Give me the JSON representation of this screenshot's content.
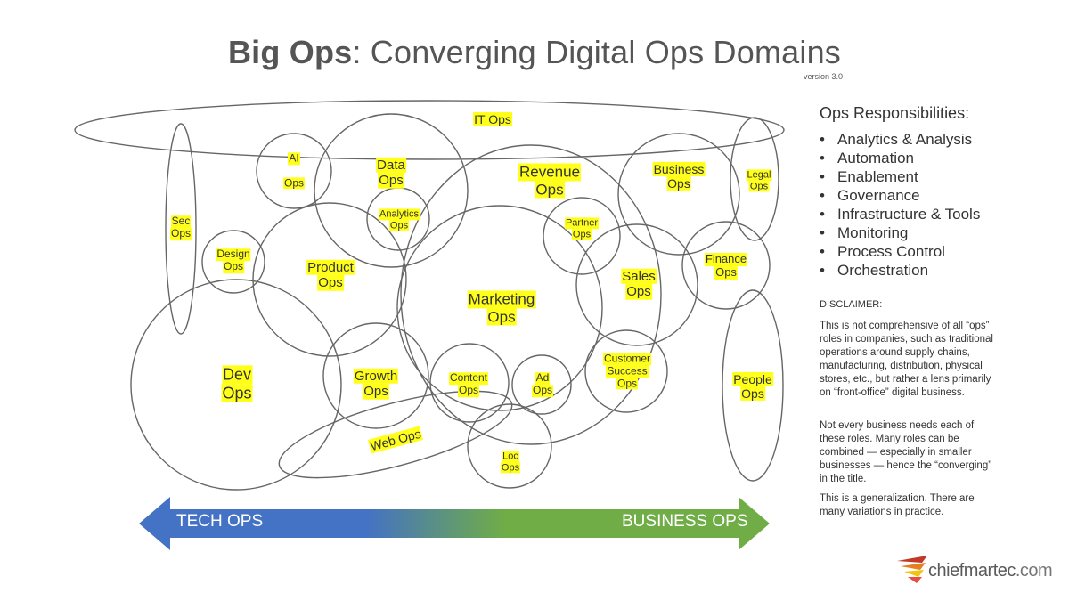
{
  "title": {
    "bold": "Big Ops",
    "rest": ": Converging Digital Ops Domains"
  },
  "version": "version 3.0",
  "nodes": {
    "it_ops": {
      "l1": "IT Ops"
    },
    "ai_ops": {
      "l1": "AI",
      "l2": "Ops"
    },
    "data_ops": {
      "l1": "Data",
      "l2": "Ops"
    },
    "analytics_ops": {
      "l1": "Analytics",
      "l2": "Ops"
    },
    "revenue_ops": {
      "l1": "Revenue",
      "l2": "Ops"
    },
    "business_ops": {
      "l1": "Business",
      "l2": "Ops"
    },
    "legal_ops": {
      "l1": "Legal",
      "l2": "Ops"
    },
    "sec_ops": {
      "l1": "Sec",
      "l2": "Ops"
    },
    "design_ops": {
      "l1": "Design",
      "l2": "Ops"
    },
    "product_ops": {
      "l1": "Product",
      "l2": "Ops"
    },
    "partner_ops": {
      "l1": "Partner",
      "l2": "Ops"
    },
    "sales_ops": {
      "l1": "Sales",
      "l2": "Ops"
    },
    "finance_ops": {
      "l1": "Finance",
      "l2": "Ops"
    },
    "marketing_ops": {
      "l1": "Marketing",
      "l2": "Ops"
    },
    "dev_ops": {
      "l1": "Dev",
      "l2": "Ops"
    },
    "growth_ops": {
      "l1": "Growth",
      "l2": "Ops"
    },
    "content_ops": {
      "l1": "Content",
      "l2": "Ops"
    },
    "ad_ops": {
      "l1": "Ad",
      "l2": "Ops"
    },
    "customer_success_ops": {
      "l1": "Customer",
      "l2": "Success",
      "l3": "Ops"
    },
    "people_ops": {
      "l1": "People",
      "l2": "Ops"
    },
    "web_ops": {
      "l1": "Web Ops"
    },
    "loc_ops": {
      "l1": "Loc",
      "l2": "Ops"
    }
  },
  "arrow": {
    "left_label": "TECH OPS",
    "right_label": "BUSINESS OPS",
    "left_color": "#4472c4",
    "right_color": "#70ad47"
  },
  "highlight_color": "#ffff1a",
  "sidebar": {
    "heading": "Ops Responsibilities:",
    "responsibilities": [
      "Analytics & Analysis",
      "Automation",
      "Enablement",
      "Governance",
      "Infrastructure & Tools",
      "Monitoring",
      "Process Control",
      "Orchestration"
    ],
    "disclaimer_heading": "DISCLAIMER:",
    "paragraphs": [
      "This is not comprehensive of all “ops” roles in companies, such as traditional operations around supply chains, manufacturing, distribution, physical stores, etc., but rather a lens primarily on “front-office” digital business.",
      "Not every business needs each of these roles. Many roles can be combined — especially in smaller businesses — hence the “converging” in the title.",
      "This is a generalization. There are many variations in practice."
    ]
  },
  "logo": {
    "text_a": "chiefmartec",
    "text_b": ".com"
  }
}
